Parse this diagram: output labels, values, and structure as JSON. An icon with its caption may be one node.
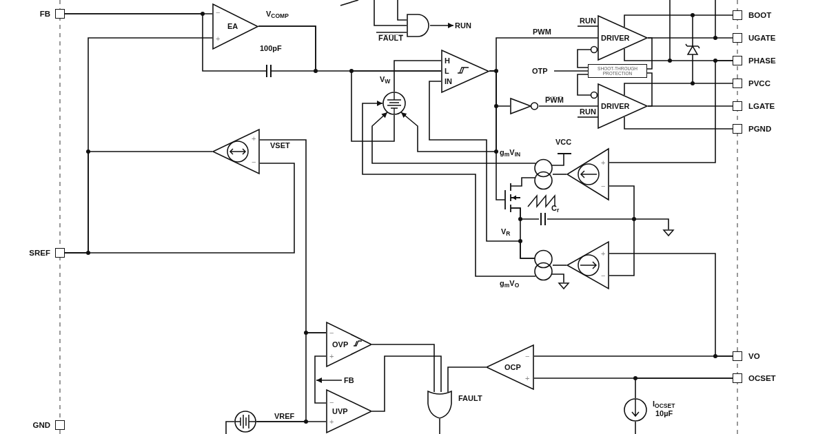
{
  "diagram": {
    "nodes": [
      {
        "text": [
          "FB"
        ]
      },
      {
        "text": [
          "SREF"
        ]
      },
      {
        "text": [
          "GND"
        ]
      },
      {
        "text": [
          "BOOT"
        ]
      },
      {
        "text": [
          "UGATE"
        ]
      },
      {
        "text": [
          "PHASE"
        ]
      },
      {
        "text": [
          "PVCC"
        ]
      },
      {
        "text": [
          "LGATE"
        ]
      },
      {
        "text": [
          "PGND"
        ]
      },
      {
        "text": [
          "VO"
        ]
      },
      {
        "text": [
          "OCSET"
        ]
      },
      {
        "text": [
          "−",
          "EA",
          "+"
        ]
      },
      {
        "text": [
          "+",
          "−"
        ]
      },
      {
        "text": [
          "H",
          "L",
          "IN"
        ]
      },
      {
        "text": [],
        "shape": "gate"
      },
      {
        "text": [
          "RUN"
        ]
      },
      {
        "text": [
          "DRIVER"
        ]
      },
      {
        "text": [
          "DRIVER"
        ]
      },
      {
        "text": [
          "SHOOT-THROUGH PROTECTION"
        ]
      },
      {
        "text": [
          "OTP"
        ]
      },
      {
        "text": [],
        "shape": "triangle"
      },
      {
        "text": [],
        "shape": "circle",
        "beside": [
          "V$_{W}$"
        ]
      },
      {
        "text": [
          "+",
          "−"
        ]
      },
      {
        "text": [
          "+",
          "−"
        ]
      },
      {
        "text": [
          "−",
          "OVP",
          "+"
        ]
      },
      {
        "text": [
          "−",
          "UVP",
          "+"
        ]
      },
      {
        "text": [
          "FB"
        ]
      },
      {
        "text": [],
        "shape": "circle"
      },
      {
        "text": [
          "−",
          "OCP",
          "+"
        ]
      },
      {
        "text": [],
        "shape": "gate",
        "beside": [
          "FAULT"
        ]
      },
      {
        "text": [],
        "shape": "circle",
        "beside": [
          "I$_{OCSET}$",
          "10µF"
        ]
      },
      {
        "text": [],
        "shape": "circle",
        "beside": [
          "g$_{m}$V$_{IN}$"
        ]
      },
      {
        "text": [],
        "shape": "circle",
        "beside": [
          "g$_{m}$V$_{O}$"
        ]
      },
      {
        "text": [],
        "shape": "capacitor"
      },
      {
        "text": [],
        "shape": "transistor"
      },
      {
        "text": [],
        "shape": "capacitor"
      },
      {
        "text": [],
        "shape": "ground"
      },
      {
        "text": [],
        "shape": "ground"
      },
      {
        "text": [
          "VCC"
        ]
      }
    ],
    "edges": [
      {
        "from": 0,
        "to": 11,
        "arrow": "none"
      },
      {
        "from": 0,
        "to": 33,
        "arrow": "none"
      },
      {
        "from": 1,
        "to": 11,
        "arrow": "none"
      },
      {
        "from": 12,
        "to": 1,
        "arrow": "none"
      },
      {
        "from": 12,
        "to": 1,
        "arrow": "none"
      },
      {
        "from": 11,
        "to": 13,
        "arrow": "none"
      },
      {
        "from": 21,
        "to": 13,
        "arrow": "none"
      },
      {
        "from": 21,
        "to": 13,
        "arrow": "none"
      },
      {
        "from": 13,
        "to": 16,
        "arrow": "none",
        "label": "PWM"
      },
      {
        "from": 13,
        "to": 20,
        "arrow": "none"
      },
      {
        "from": 20,
        "to": 17,
        "arrow": "none",
        "label": "P̅W̅M̅"
      },
      {
        "from": null,
        "to": 16,
        "arrow": "none",
        "label": "RUN"
      },
      {
        "from": null,
        "to": 17,
        "arrow": "none",
        "label": "RUN"
      },
      {
        "from": 16,
        "to": 4,
        "arrow": "none"
      },
      {
        "from": 17,
        "to": 7,
        "arrow": "none"
      },
      {
        "from": 16,
        "to": 3,
        "arrow": "none"
      },
      {
        "from": 16,
        "to": 5,
        "arrow": "none"
      },
      {
        "from": 17,
        "to": 6,
        "arrow": "none"
      },
      {
        "from": 17,
        "to": 8,
        "arrow": "none"
      },
      {
        "from": 18,
        "to": 16,
        "arrow": "none"
      },
      {
        "from": 18,
        "to": 17,
        "arrow": "none"
      },
      {
        "from": 16,
        "to": 18,
        "arrow": "none"
      },
      {
        "from": 17,
        "to": 18,
        "arrow": "none"
      },
      {
        "from": 19,
        "to": 18,
        "arrow": "none"
      },
      {
        "from": 14,
        "to": 15,
        "arrow": "to"
      },
      {
        "from": 5,
        "to": 22,
        "arrow": "none"
      },
      {
        "from": 22,
        "to": 31,
        "arrow": "none"
      },
      {
        "from": 9,
        "to": 23,
        "arrow": "none"
      },
      {
        "from": 23,
        "to": 32,
        "arrow": "none"
      },
      {
        "from": 9,
        "to": 28,
        "arrow": "none"
      },
      {
        "from": 10,
        "to": 28,
        "arrow": "none"
      },
      {
        "from": 10,
        "to": 30,
        "arrow": "none"
      },
      {
        "from": 12,
        "to": 24,
        "arrow": "none"
      },
      {
        "from": 27,
        "to": 24,
        "arrow": "none"
      },
      {
        "from": 27,
        "to": 25,
        "arrow": "none"
      },
      {
        "from": 26,
        "to": 25,
        "arrow": "to"
      },
      {
        "from": 24,
        "to": 29,
        "arrow": "none"
      },
      {
        "from": 25,
        "to": 29,
        "arrow": "none"
      },
      {
        "from": 28,
        "to": 29,
        "arrow": "none"
      },
      {
        "from": 31,
        "to": 21,
        "arrow": "to"
      },
      {
        "from": 13,
        "to": 21,
        "arrow": "to"
      },
      {
        "from": 32,
        "to": 21,
        "arrow": "to"
      },
      {
        "from": null,
        "to": 14,
        "arrow": "none"
      },
      {
        "from": null,
        "to": 14,
        "arrow": "none"
      },
      {
        "from": null,
        "to": 14,
        "arrow": "none",
        "label": "F̅A̅U̅L̅T̅"
      },
      {
        "from": 33,
        "to": 11,
        "arrow": "none"
      },
      {
        "from": 13,
        "to": 32,
        "arrow": "none"
      },
      {
        "from": 22,
        "to": 23,
        "arrow": "none"
      },
      {
        "from": 24,
        "to": 25,
        "arrow": "none"
      },
      {
        "from": 13,
        "to": 34,
        "arrow": "none"
      },
      {
        "from": 34,
        "to": 31,
        "arrow": "none"
      },
      {
        "from": 34,
        "to": 32,
        "arrow": "none"
      },
      {
        "from": 34,
        "to": 35,
        "arrow": "none"
      },
      {
        "from": 35,
        "to": 36,
        "arrow": "none"
      },
      {
        "from": 32,
        "to": 37,
        "arrow": "none"
      },
      {
        "from": 31,
        "to": 38,
        "arrow": "none"
      }
    ],
    "labels": [
      "V$_{COMP}$",
      "100pF",
      "VSET",
      "VREF",
      "C$_{r}$",
      "V$_{R}$"
    ]
  }
}
